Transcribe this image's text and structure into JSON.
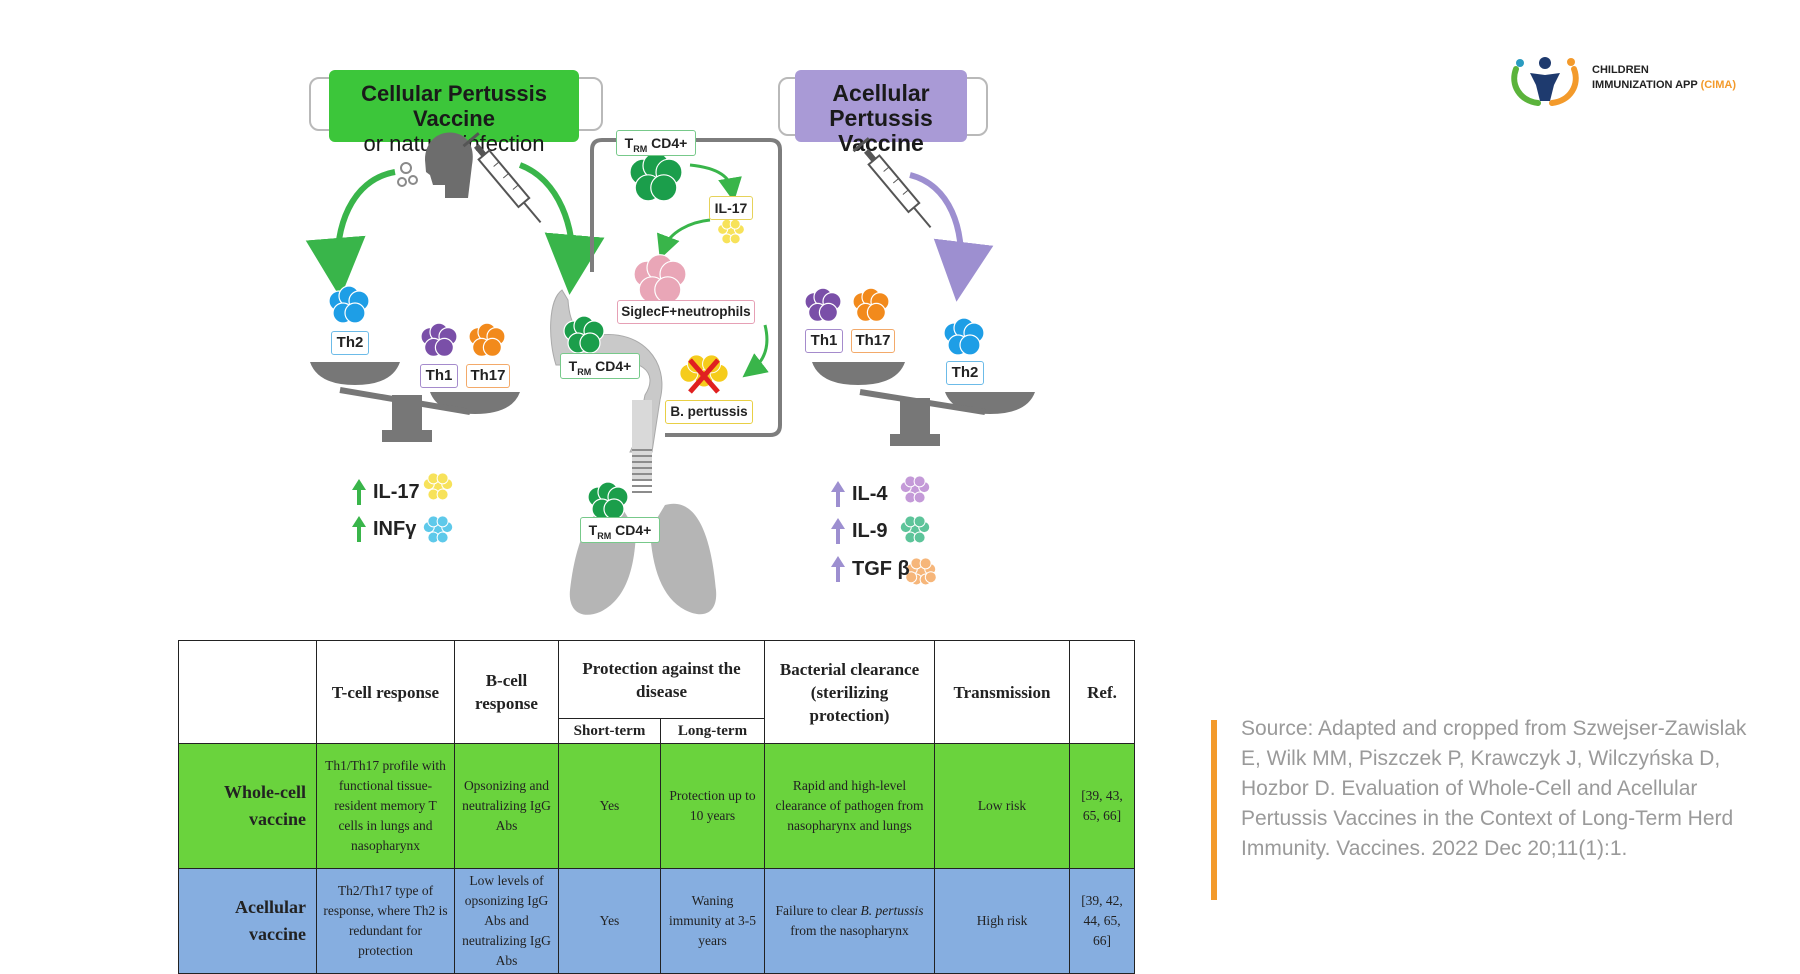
{
  "logo": {
    "line1": "CHILDREN",
    "line2": "IMMUNIZATION APP",
    "line2_accent": "(CIMA)",
    "colors": {
      "orange": "#f39a2b",
      "navy": "#1e3a6e",
      "green": "#5bb33b",
      "teal": "#2a9bc0"
    }
  },
  "diagram": {
    "cellular_title_line1": "Cellular Pertussis Vaccine",
    "cellular_title_line2": "or natural infection",
    "acellular_title_line1": "Acellular",
    "acellular_title_line2": "Pertussis Vaccine",
    "trm_main": "T",
    "trm_sub": "RM",
    "cd4": "CD4+",
    "il17_label": "IL-17",
    "neutrophils_label": "SiglecF+neutrophils",
    "bpertussis_label": "B. pertussis",
    "th2": "Th2",
    "th1": "Th1",
    "th17": "Th17",
    "left_cytokines": [
      "IL-17",
      "INFγ"
    ],
    "right_cytokines": [
      "IL-4",
      "IL-9",
      "TGF β"
    ],
    "colors": {
      "green_title": "#3cc63a",
      "purple_title": "#a99ad6",
      "green_arrow": "#39b54a",
      "purple_arrow": "#9d8fd0",
      "th1": "#7a4fa8",
      "th2": "#1e9ee6",
      "th17": "#f28a1c",
      "trm": "#1b9e4b",
      "il17": "#f7e25a",
      "neutrophil": "#e9a6b7",
      "bp": "#f5cc1c"
    }
  },
  "table": {
    "headers": {
      "tcell": "T-cell response",
      "bcell": "B-cell response",
      "protection": "Protection against the disease",
      "short": "Short-term",
      "long": "Long-term",
      "clearance": "Bacterial clearance (sterilizing protection)",
      "transmission": "Transmission",
      "ref": "Ref."
    },
    "rows": [
      {
        "label": "Whole-cell vaccine",
        "tcell": "Th1/Th17 profile with functional tissue-resident memory T cells in lungs and nasopharynx",
        "bcell": "Opsonizing and neutralizing IgG Abs",
        "short": "Yes",
        "long": "Protection up to 10 years",
        "clearance": "Rapid and high-level clearance of pathogen from nasopharynx and lungs",
        "transmission": "Low risk",
        "ref": "[39, 43, 65, 66]"
      },
      {
        "label": "Acellular vaccine",
        "tcell": "Th2/Th17 type of response, where Th2 is redundant for protection",
        "bcell": "Low levels of opsonizing IgG Abs and neutralizing IgG Abs",
        "short": "Yes",
        "long": "Waning immunity at 3-5 years",
        "clearance_pre": "Failure to clear ",
        "clearance_italic": "B. pertussis",
        "clearance_post": " from the nasopharynx",
        "transmission": "High risk",
        "ref": "[39, 42, 44, 65, 66]"
      }
    ],
    "colors": {
      "whole_cell": "#6ad33d",
      "acellular": "#86aee0"
    }
  },
  "source": {
    "text": "Source: Adapted and cropped from Szwejser-Zawislak E, Wilk MM, Piszczek P, Krawczyk J, Wilczyńska D, Hozbor D. Evaluation of Whole-Cell and Acellular Pertussis Vaccines in the Context of Long-Term Herd Immunity. Vaccines. 2022 Dec 20;11(1):1."
  }
}
